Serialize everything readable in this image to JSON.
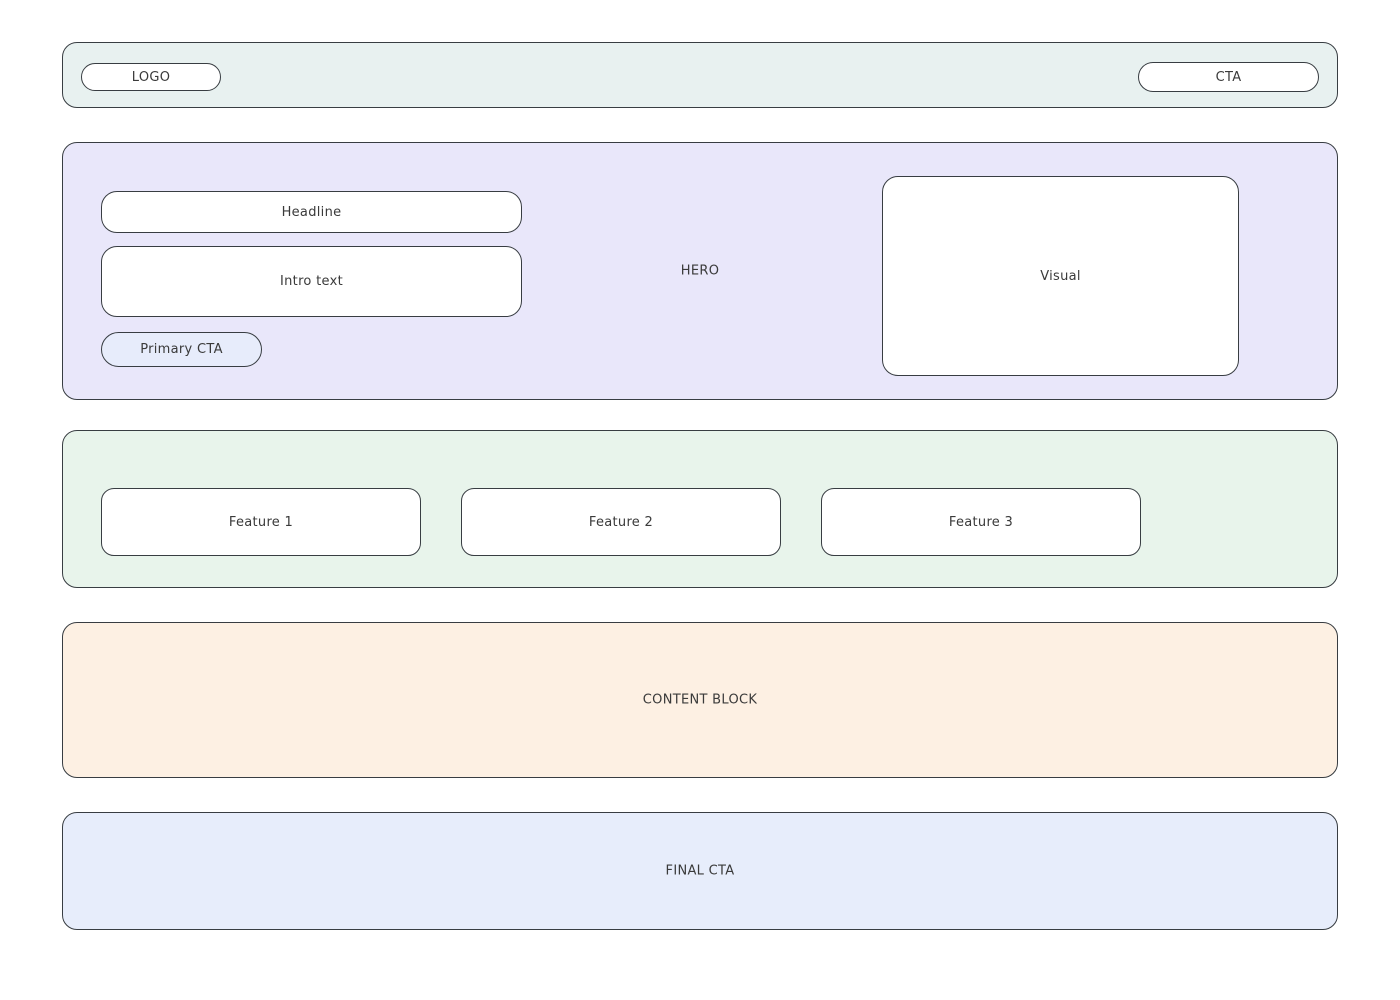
{
  "topbar": {
    "bg": "#e8f1f0",
    "logo_label": "LOGO",
    "cta_label": "CTA"
  },
  "hero": {
    "bg": "#e9e7fa",
    "label": "HERO",
    "headline_label": "Headline",
    "intro_label": "Intro text",
    "primary_cta_label": "Primary CTA",
    "primary_cta_bg": "#e7ecfb",
    "visual_label": "Visual"
  },
  "features": {
    "bg": "#e8f4eb",
    "items": [
      {
        "label": "Feature 1"
      },
      {
        "label": "Feature 2"
      },
      {
        "label": "Feature 3"
      }
    ]
  },
  "content_block": {
    "bg": "#fdf0e3",
    "label": "CONTENT BLOCK"
  },
  "final_cta": {
    "bg": "#e7edfb",
    "label": "FINAL CTA"
  },
  "colors": {
    "border": "#383d42",
    "text": "#3a3a3a",
    "card_bg": "#ffffff"
  }
}
